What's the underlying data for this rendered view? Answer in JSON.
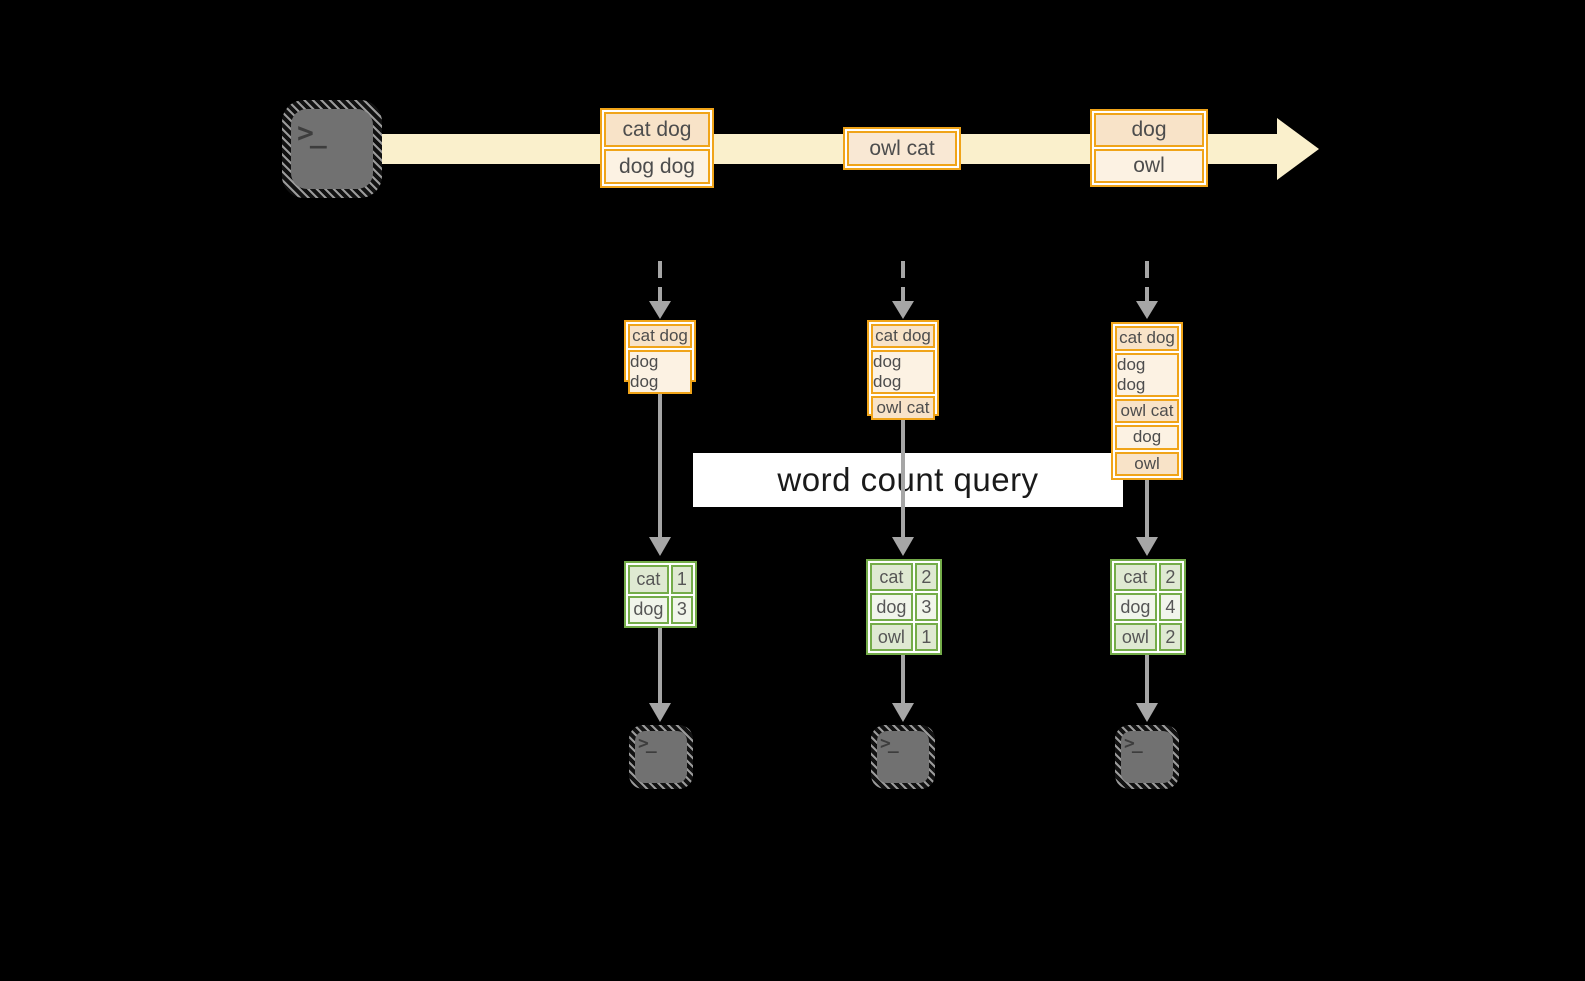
{
  "query_label": "word count query",
  "terminal_prompt": ">_",
  "colors": {
    "background": "#000000",
    "stream_band": "#FAF0CC",
    "event_border": "#F0A419",
    "event_row_peach": "#F8E3C8",
    "event_row_cream": "#FCF2E3",
    "result_border": "#74AC49",
    "result_row_sage": "#DFE9D2",
    "result_row_light": "#F1F5EB",
    "arrow_gray": "#A6A6A6",
    "terminal_gray": "#717171",
    "label_background": "#FFFFFF"
  },
  "stream": {
    "source": {
      "icon": "terminal-icon"
    },
    "events": [
      {
        "rows": [
          "cat dog",
          "dog dog"
        ]
      },
      {
        "rows": [
          "owl cat"
        ]
      },
      {
        "rows": [
          "dog",
          "owl"
        ]
      }
    ]
  },
  "states": [
    {
      "rows": [
        "cat dog",
        "dog dog"
      ]
    },
    {
      "rows": [
        "cat dog",
        "dog dog",
        "owl cat"
      ]
    },
    {
      "rows": [
        "cat dog",
        "dog dog",
        "owl cat",
        "dog",
        "owl"
      ]
    }
  ],
  "results": [
    {
      "rows": [
        {
          "word": "cat",
          "count": "1"
        },
        {
          "word": "dog",
          "count": "3"
        }
      ]
    },
    {
      "rows": [
        {
          "word": "cat",
          "count": "2"
        },
        {
          "word": "dog",
          "count": "3"
        },
        {
          "word": "owl",
          "count": "1"
        }
      ]
    },
    {
      "rows": [
        {
          "word": "cat",
          "count": "2"
        },
        {
          "word": "dog",
          "count": "4"
        },
        {
          "word": "owl",
          "count": "2"
        }
      ]
    }
  ],
  "sinks": [
    {
      "icon": "terminal-icon"
    },
    {
      "icon": "terminal-icon"
    },
    {
      "icon": "terminal-icon"
    }
  ]
}
